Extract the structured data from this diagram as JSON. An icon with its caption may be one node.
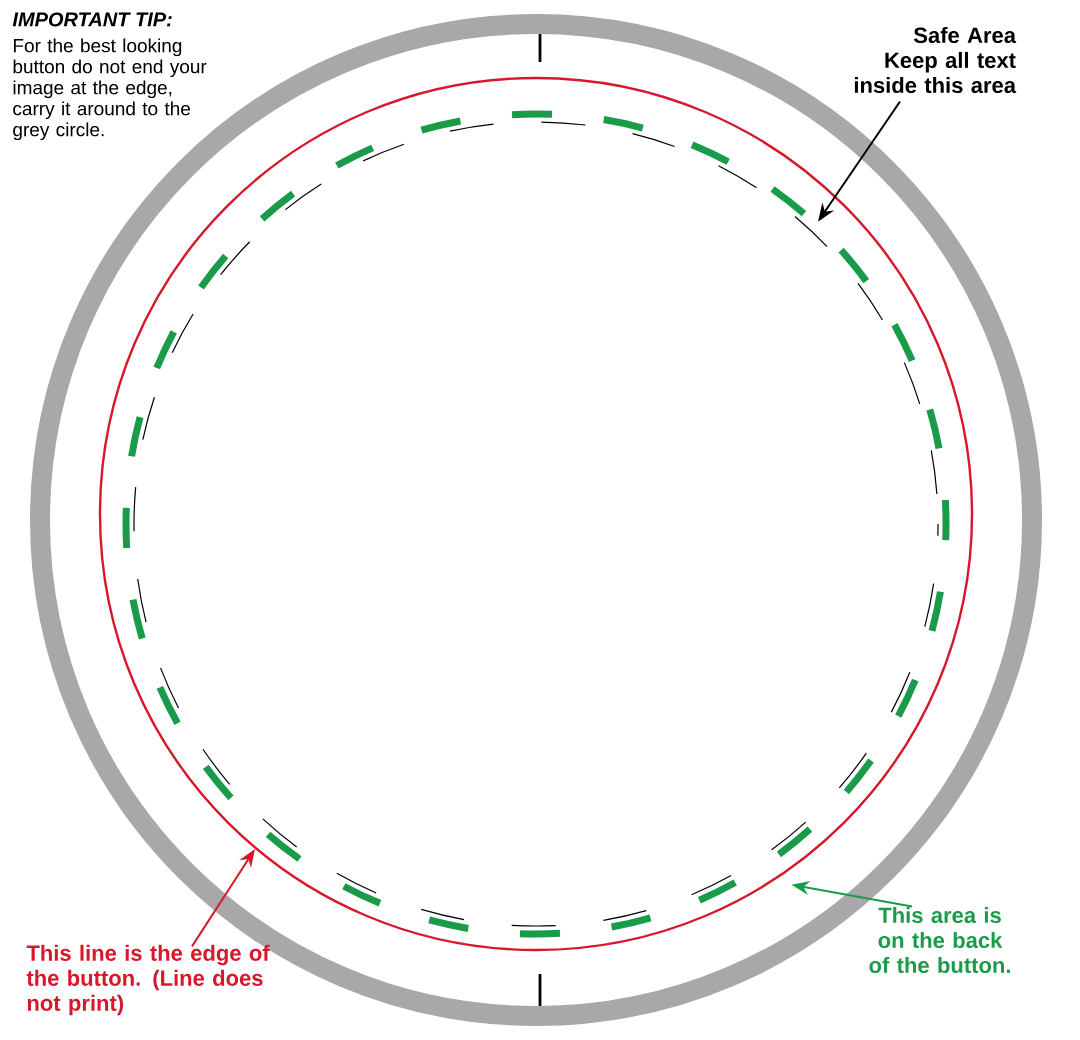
{
  "diagram": {
    "nodes": [
      {
        "text": [],
        "shape": "circle"
      },
      {
        "text": [],
        "shape": "circle",
        "in": 0
      },
      {
        "text": [],
        "shape": "circle",
        "in": 0
      },
      {
        "text": [],
        "shape": "circle",
        "in": 1
      },
      {
        "text": [
          "Safe Area Keep all text inside this area"
        ]
      },
      {
        "text": [
          "This line is the edge of the button. (Line does not print)"
        ]
      },
      {
        "text": [
          "This area is on the back of the button."
        ]
      }
    ],
    "edges": [
      {
        "from": 4,
        "to": 2,
        "arrow": "to",
        "color": "#000000"
      },
      {
        "from": 5,
        "to": 1,
        "arrow": "to",
        "color": "#d7182a"
      },
      {
        "from": 6,
        "to": 0,
        "arrow": "to",
        "color": "#1a9b4a"
      }
    ],
    "labels": [
      "IMPORTANT TIP:",
      "For the best looking button do not end your image at the edge, carry it around to the grey circle."
    ]
  }
}
